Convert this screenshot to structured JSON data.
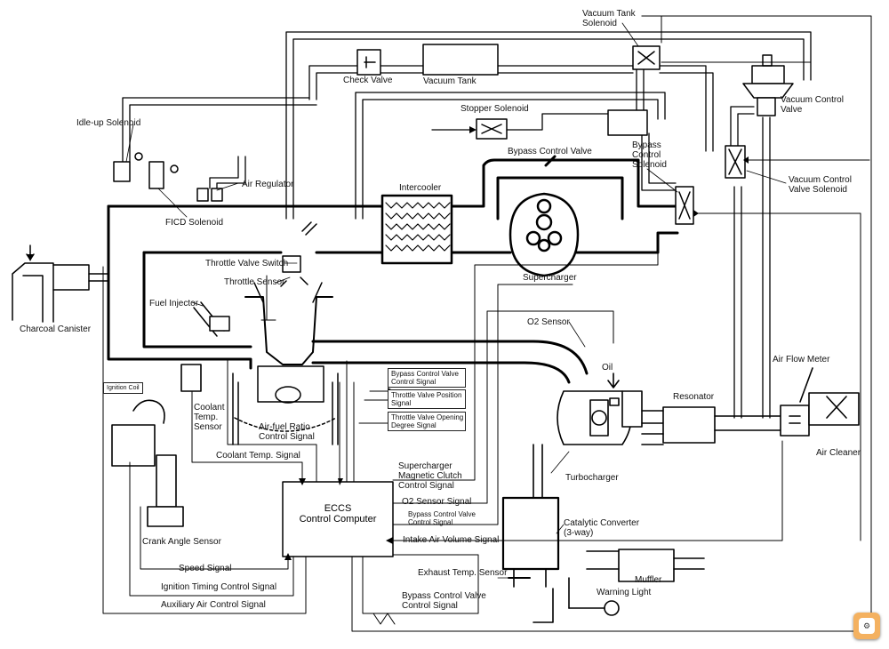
{
  "labels": {
    "vacuum_tank_solenoid": "Vacuum Tank\nSolenoid",
    "check_valve": "Check Valve",
    "vacuum_tank": "Vacuum Tank",
    "vacuum_control_valve": "Vacuum Control\nValve",
    "idle_up_solenoid": "Idle-up Solenoid",
    "stopper_solenoid": "Stopper Solenoid",
    "bypass_control_solenoid": "Bypass\nControl\nSolenoid",
    "bypass_control_valve": "Bypass Control Valve",
    "vacuum_control_valve_solenoid": "Vacuum Control\nValve Solenoid",
    "air_regulator": "Air Regulator",
    "intercooler": "Intercooler",
    "ficd_solenoid": "FICD Solenoid",
    "throttle_valve_switch": "Throttle Valve Switch",
    "throttle_sensor": "Throttle Sensor",
    "supercharger": "Supercharger",
    "charcoal_canister": "Charcoal Canister",
    "fuel_injector": "Fuel Injector",
    "o2_sensor": "O2 Sensor",
    "oil": "Oil",
    "air_flow_meter": "Air Flow Meter",
    "ignition_coil": "Ignition Coil",
    "coolant_temp_sensor": "Coolant\nTemp.\nSensor",
    "air_fuel_ratio_control_signal": "Air-fuel Ratio\nControl Signal",
    "resonator": "Resonator",
    "air_cleaner": "Air Cleaner",
    "coolant_temp_signal": "Coolant Temp. Signal",
    "turbocharger": "Turbocharger",
    "supercharger_magnetic_clutch_control_signal": "Supercharger\nMagnetic Clutch\nControl Signal",
    "o2_sensor_signal": "O2 Sensor Signal",
    "bypass_control_valve_control_signal_small": "Bypass Control Valve\nControl Signal",
    "catalytic_converter": "Catalytic Converter\n(3-way)",
    "crank_angle_sensor": "Crank Angle Sensor",
    "intake_air_volume_signal": "Intake Air Volume Signal",
    "exhaust_temp_sensor": "Exhaust Temp. Sensor",
    "muffler": "Muffler",
    "speed_signal": "Speed Signal",
    "warning_light": "Warning Light",
    "ignition_timing_control_signal": "Ignition Timing Control Signal",
    "bypass_control_valve_control_signal": "Bypass Control Valve\nControl Signal",
    "auxiliary_air_control_signal": "Auxiliary Air Control Signal",
    "ecu": "ECCS\nControl Computer"
  },
  "signal_boxes": [
    "Bypass Control Valve\nControl Signal",
    "Throttle Valve Position\nSignal",
    "Throttle Valve Opening\nDegree Signal"
  ],
  "colors": {
    "line": "#000000",
    "paper": "#ffffff",
    "corner_icon": "#f4b160"
  },
  "icons": [
    "arrow-down-icon",
    "corner-app-icon"
  ]
}
